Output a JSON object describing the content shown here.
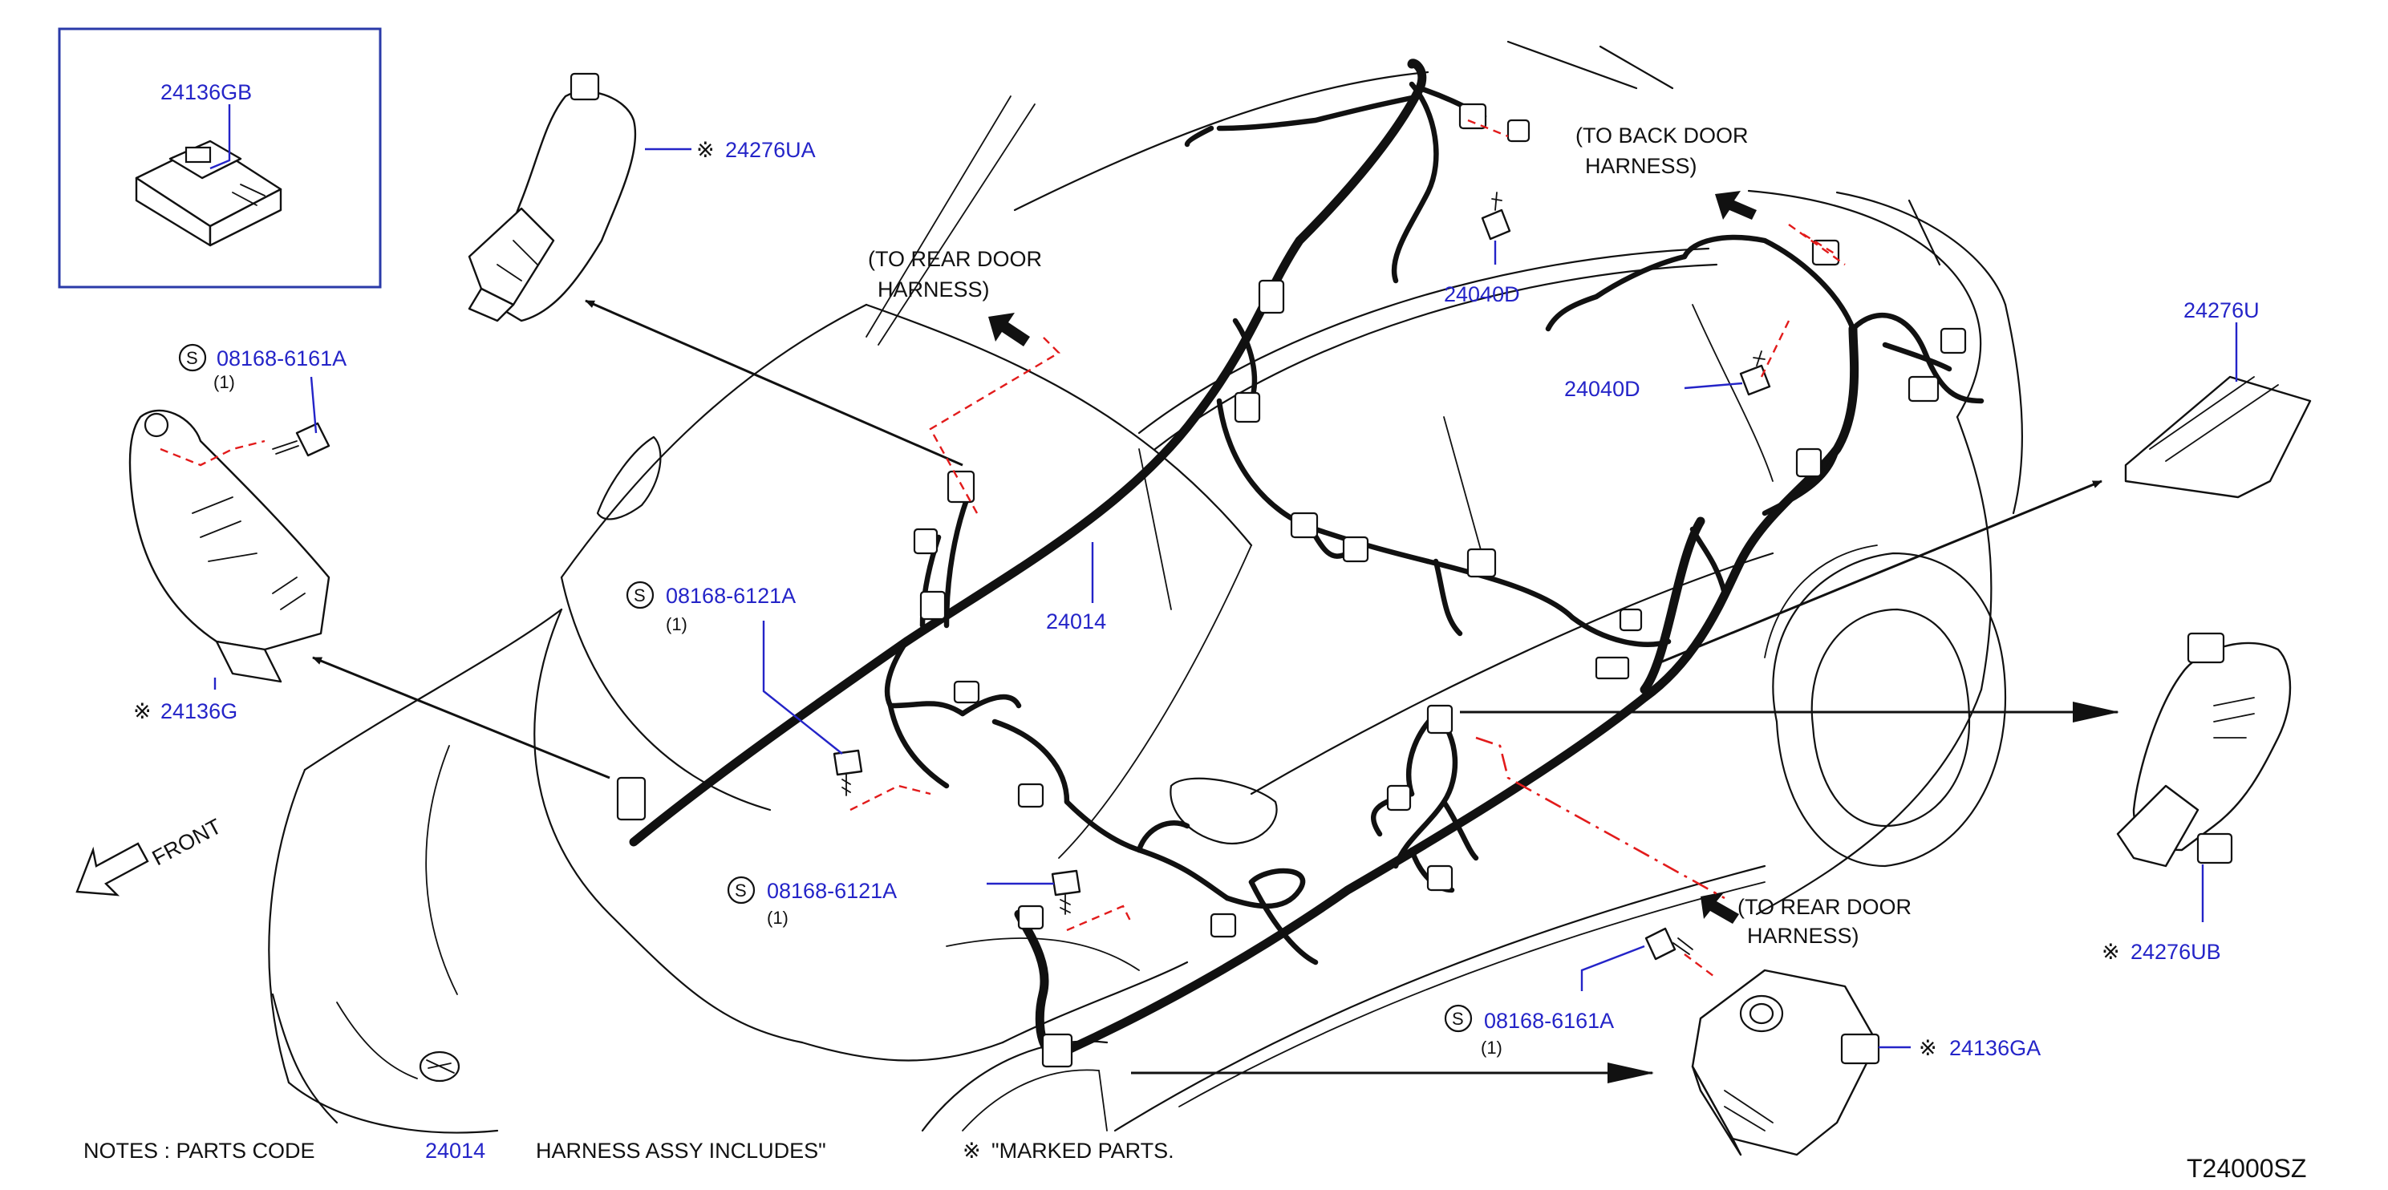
{
  "labels": {
    "inset_part": "24136GB",
    "bracket_top": "24276UA",
    "bolt_top_left": "08168-6161A",
    "bolt_top_left_qty": "(1)",
    "bracket_left": "24136G",
    "bolt_mid": "08168-6121A",
    "bolt_mid_qty": "(1)",
    "harness_main": "24014",
    "bolt_lower": "08168-6121A",
    "bolt_lower_qty": "(1)",
    "clip_top": "24040D",
    "clip_right": "24040D",
    "tape_right": "24276U",
    "bracket_right": "24276UB",
    "bolt_bottom_right": "08168-6161A",
    "bolt_bottom_right_qty": "(1)",
    "bracket_bottom": "24136GA",
    "back_door_1": "(TO  BACK  DOOR",
    "back_door_2": "HARNESS)",
    "rear_door_top_1": "(TO   REAR   DOOR",
    "rear_door_top_2": "HARNESS)",
    "rear_door_bottom_1": "(TO   REAR   DOOR",
    "rear_door_bottom_2": "HARNESS)",
    "front": "FRONT",
    "s_symbol": "S",
    "marked_symbol": "※",
    "diagram_code": "T24000SZ"
  },
  "notes": {
    "prefix": "NOTES   :   PARTS   CODE",
    "code": "24014",
    "suffix": "HARNESS   ASSY   INCLUDES\"",
    "marked": "\"MARKED   PARTS."
  },
  "colors": {
    "part_number": "#2424c8",
    "leader_line": "#2424c8",
    "dash_line": "#e21b1b",
    "ink": "#111111"
  }
}
